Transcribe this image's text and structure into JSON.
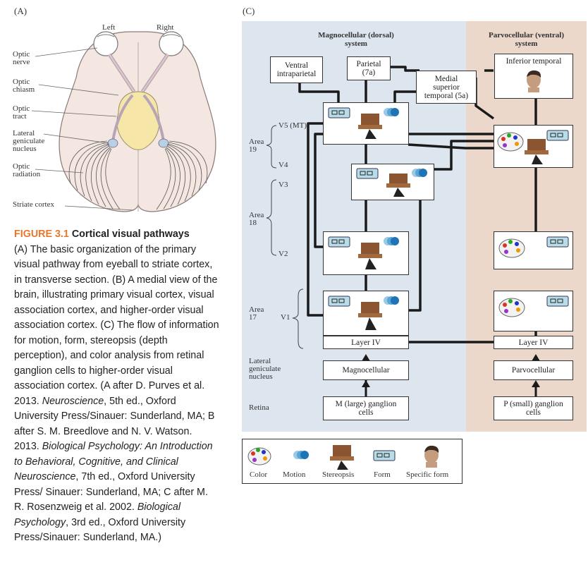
{
  "panel_a": {
    "letter": "(A)",
    "left_label": "Left",
    "right_label": "Right",
    "labels": {
      "optic_nerve": [
        "Optic",
        "nerve"
      ],
      "optic_chiasm": [
        "Optic",
        "chiasm"
      ],
      "optic_tract": [
        "Optic",
        "tract"
      ],
      "lgn": [
        "Lateral",
        "geniculate",
        "nucleus"
      ],
      "optic_radiation": [
        "Optic",
        "radiation"
      ],
      "striate_cortex": "Striate cortex"
    }
  },
  "caption": {
    "fig_num": "FIGURE 3.1",
    "fig_title": "Cortical visual pathways",
    "text1": "(A) The basic organization of the primary visual pathway from eyeball to striate cortex, in transverse section. (B) A medial view of the brain, illustrating primary visual cortex, visual association cortex, and higher-order visual association cortex. (C) The flow of information for motion, form, stereopsis (depth perception), and color analysis from retinal ganglion cells to higher-order visual association cortex. (A after D. Purves et al. 2013. ",
    "ital1": "Neuroscience",
    "text2": ", 5th ed., Oxford University Press/Sinauer: Sunderland, MA; B after S. M. Breedlove and N. V. Watson. 2013. ",
    "ital2": "Biological Psychology: An Introduction to Behavioral, Cognitive, and Clinical Neuroscience",
    "text3": ", 7th ed., Oxford University Press/ Sinauer: Sunderland, MA; C after M. R. Rosenzweig et al. 2002. ",
    "ital3": "Biological Psychology",
    "text4": ", 3rd ed., Oxford University Press/Sinauer: Sunderland, MA.)"
  },
  "panel_c": {
    "letter": "(C)",
    "magno_title": [
      "Magnocellular (dorsal)",
      "system"
    ],
    "parvo_title": [
      "Parvocellular (ventral)",
      "system"
    ],
    "ventral_intraparietal": [
      "Ventral",
      "intraparietal"
    ],
    "parietal": [
      "Parietal",
      "(7a)"
    ],
    "mst": [
      "Medial",
      "superior",
      "temporal (5a)"
    ],
    "inferior_temporal": "Inferior temporal",
    "v5": "V5 (MT)",
    "v4": "V4",
    "v3": "V3",
    "v2": "V2",
    "v1": "V1",
    "area19": [
      "Area",
      "19"
    ],
    "area18": [
      "Area",
      "18"
    ],
    "area17": [
      "Area",
      "17"
    ],
    "layer_iv_left": "Layer IV",
    "layer_iv_right": "Layer IV",
    "lgn": [
      "Lateral",
      "geniculate",
      "nucleus"
    ],
    "magnocellular": "Magnocellular",
    "parvocellular": "Parvocellular",
    "retina": "Retina",
    "m_cells": [
      "M (large) ganglion",
      "cells"
    ],
    "p_cells": [
      "P (small) ganglion",
      "cells"
    ]
  },
  "legend": {
    "color": "Color",
    "motion": "Motion",
    "stereopsis": "Stereopsis",
    "form": "Form",
    "specific_form": "Specific form"
  },
  "colors": {
    "magno_bg": "#dde6ef",
    "parvo_bg": "#ebd8cb",
    "caption_accent": "#e8762b"
  }
}
